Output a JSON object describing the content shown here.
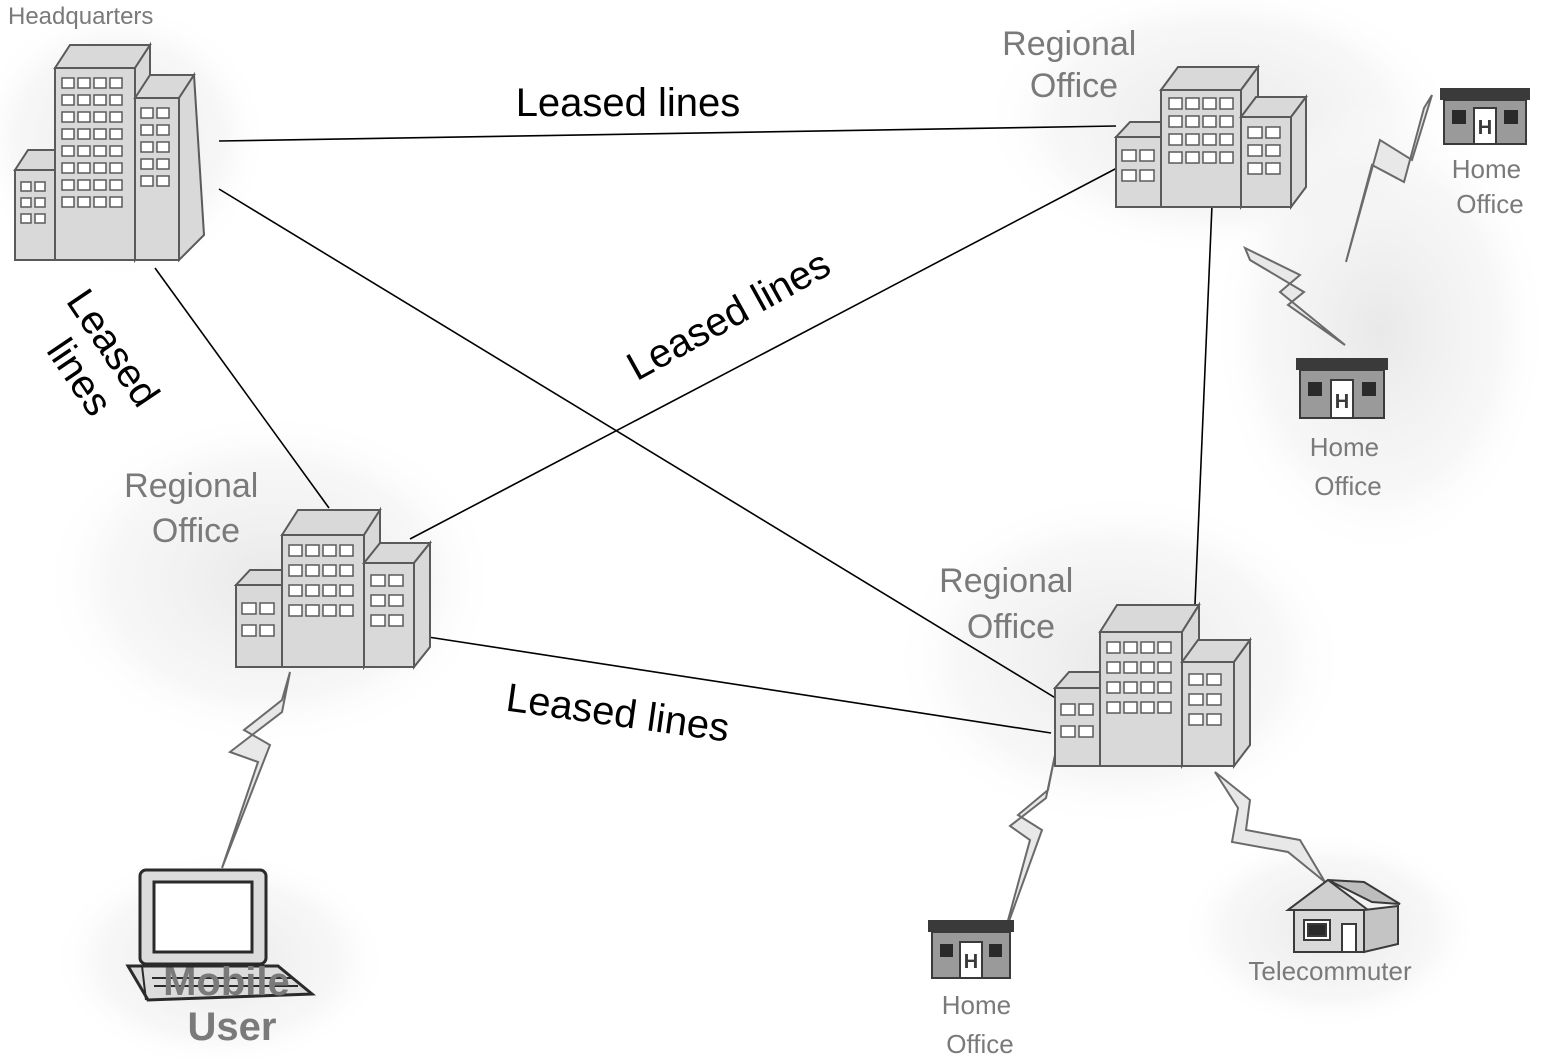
{
  "diagram": {
    "nodes": {
      "headquarters": {
        "label": "Headquarters"
      },
      "regional_ne": {
        "label_line1": "Regional",
        "label_line2": "Office"
      },
      "regional_w": {
        "label_line1": "Regional",
        "label_line2": "Office"
      },
      "regional_se": {
        "label_line1": "Regional",
        "label_line2": "Office"
      },
      "home_office_1": {
        "label_line1": "Home",
        "label_line2": "Office"
      },
      "home_office_2": {
        "label_line1": "Home",
        "label_line2": "Office"
      },
      "home_office_3": {
        "label_line1": "Home",
        "label_line2": "Office"
      },
      "mobile_user": {
        "label_line1": "Mobile",
        "label_line2": "User"
      },
      "telecommuter": {
        "label": "Telecommuter"
      }
    },
    "links": {
      "hq_ne": "Leased lines",
      "diag_w_ne": "Leased lines",
      "hq_w_line1": "Leased",
      "hq_w_line2": "lines",
      "w_se": "Leased lines"
    },
    "colors": {
      "building_fill": "#d9d9d9",
      "building_stroke": "#5a5a5a",
      "window_fill": "#ffffff",
      "halo": "#efefef",
      "line": "#000000",
      "label_gray": "#7a7a7a"
    }
  }
}
